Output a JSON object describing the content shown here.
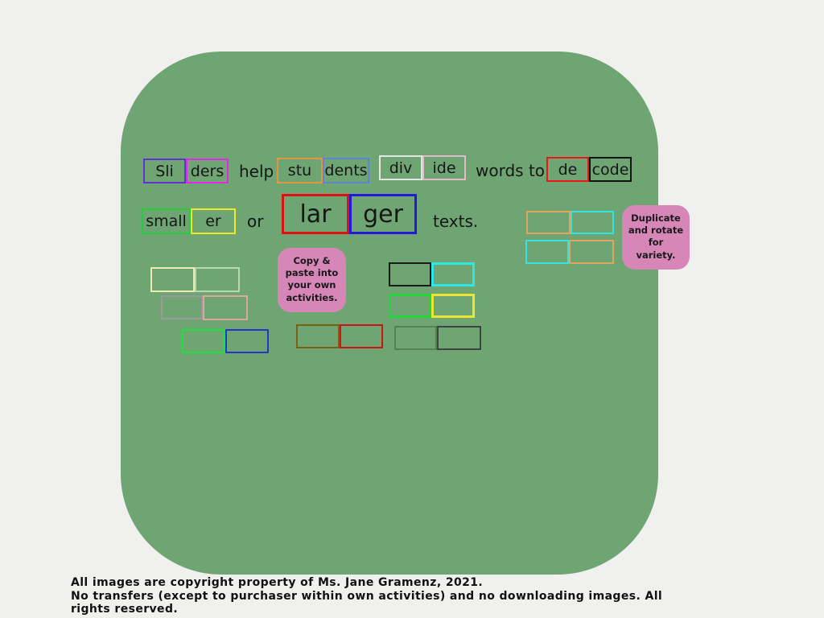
{
  "page": {
    "bg": "#f0f0ef"
  },
  "board": {
    "bg": "#6fa473"
  },
  "line1": {
    "pair1": {
      "left": {
        "text": "Sli",
        "color": "#6430d0"
      },
      "right": {
        "text": "ders",
        "color": "#ee22ee"
      }
    },
    "word_help": "help",
    "pair2": {
      "left": {
        "text": "stu",
        "color": "#e39440"
      },
      "right": {
        "text": "dents",
        "color": "#5c85d6"
      }
    },
    "pair3": {
      "left": {
        "text": "div",
        "color": "#e4e4e4"
      },
      "right": {
        "text": "ide",
        "color": "#e0bcca"
      }
    },
    "word_words_to": "words to",
    "pair4": {
      "left": {
        "text": "de",
        "color": "#ee1515"
      },
      "right": {
        "text": "code",
        "color": "#121212"
      }
    }
  },
  "line2": {
    "pair1": {
      "left": {
        "text": "small",
        "color": "#25cc3f"
      },
      "right": {
        "text": "er",
        "color": "#efe92d"
      }
    },
    "word_or": "or",
    "pair2": {
      "left": {
        "text": "lar",
        "color": "#dd1111"
      },
      "right": {
        "text": "ger",
        "color": "#2418d8"
      }
    },
    "word_texts": "texts."
  },
  "notes": {
    "bg": "#d687b7",
    "copy_paste": "Copy &\npaste into\nyour own\nactivities.",
    "duplicate": "Duplicate\nand rotate\nfor\nvariety."
  },
  "empty_sliders": [
    {
      "name": "right-top",
      "left": "#e2a35c",
      "right": "#35e3e3"
    },
    {
      "name": "right-bottom",
      "left": "#35e3e3",
      "right": "#e2a35c"
    },
    {
      "name": "left-1",
      "left": "#efe9b4",
      "right": "#b7d9ab"
    },
    {
      "name": "left-2",
      "left": "#9a9a9a",
      "right": "#d9a9a0"
    },
    {
      "name": "left-3",
      "left": "#1ee13c",
      "right": "#2038cc"
    },
    {
      "name": "mid-1",
      "left": "#1a1a1a",
      "right": "#2ee6e6"
    },
    {
      "name": "mid-2",
      "left": "#25d33a",
      "right": "#e8e632"
    },
    {
      "name": "mid-3",
      "left": "#7d5f12",
      "right": "#cc1414"
    },
    {
      "name": "mid-4",
      "left": "#57804f",
      "right": "#3f4440"
    }
  ],
  "footer": {
    "line1": "All images are copyright property of Ms. Jane Gramenz, 2021.",
    "line2": " No transfers (except to purchaser within own activities) and no downloading images. All",
    "line3": "rights reserved."
  }
}
